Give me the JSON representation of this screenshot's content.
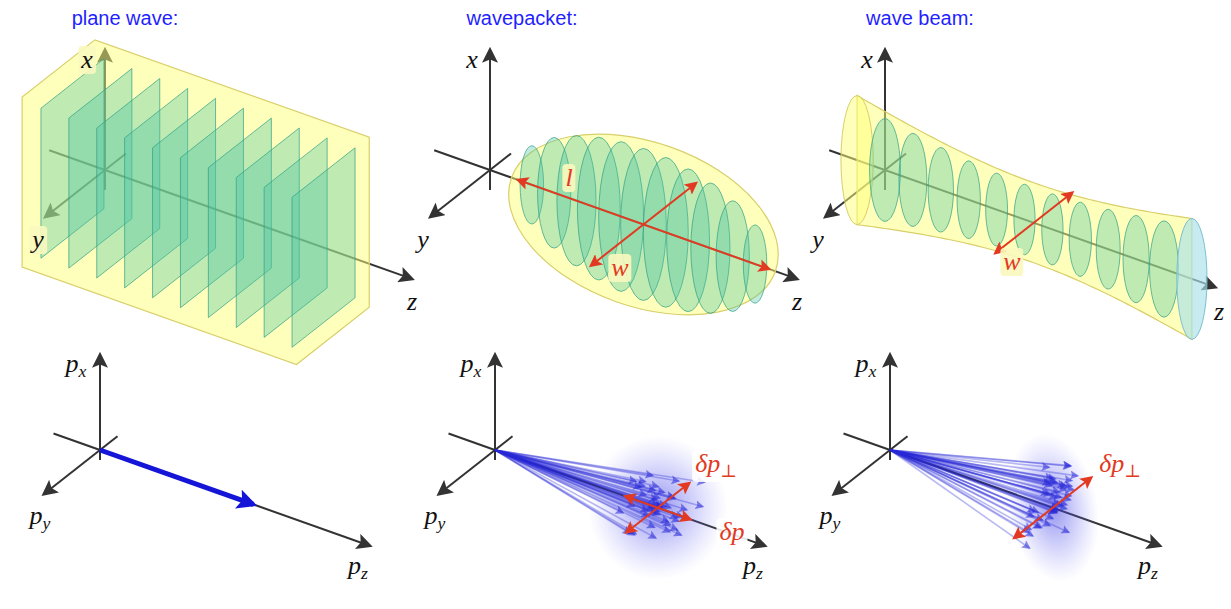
{
  "diagram": {
    "labels": [
      "plane wave:",
      "wavepacket:",
      "wave beam:",
      "x",
      "y",
      "z",
      "x",
      "y",
      "z",
      "l",
      "w",
      "x",
      "y",
      "z",
      "w",
      "px",
      "py",
      "pz",
      "px",
      "py",
      "pz",
      "px",
      "py",
      "pz",
      "δp⊥",
      "δp",
      "δp⊥"
    ]
  }
}
